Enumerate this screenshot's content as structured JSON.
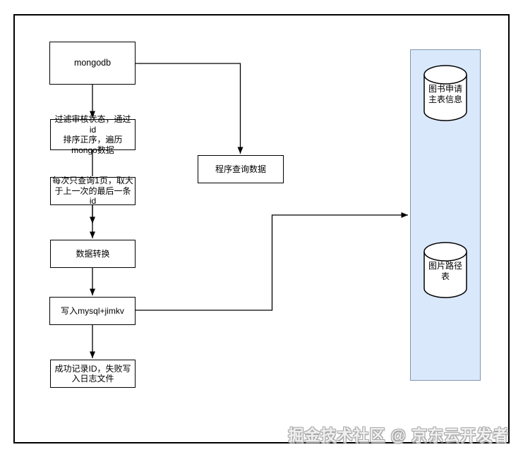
{
  "nodes": {
    "mongodb": {
      "label": "mongodb"
    },
    "filter": {
      "label": "过滤审核状态，通过id\n排序正序，遍历\nmongo数据"
    },
    "page_query": {
      "label": "每次只查询1页，取大\n于上一次的最后一条id"
    },
    "transform": {
      "label": "数据转换"
    },
    "write": {
      "label": "写入mysql+jimkv"
    },
    "log": {
      "label": "成功记录ID，失败写\n入日志文件"
    },
    "program_query": {
      "label": "程序查询数据"
    }
  },
  "database_panel": {
    "fill_color": "#dae8fc",
    "border_color": "#8296ae",
    "tables": {
      "book_request": {
        "label": "图书申请\n主表信息"
      },
      "image_path": {
        "label": "图片路径\n表"
      }
    }
  },
  "edges": [
    {
      "from": "mongodb",
      "to": "filter",
      "arrow": true
    },
    {
      "from": "filter",
      "to": "page_query",
      "arrow": false
    },
    {
      "from": "page_query",
      "to": "transform",
      "arrow": "double"
    },
    {
      "from": "transform",
      "to": "write",
      "arrow": true
    },
    {
      "from": "write",
      "to": "log",
      "arrow": true
    },
    {
      "from": "mongodb",
      "to": "program_query",
      "arrow": true
    },
    {
      "from": "write",
      "to": "database_panel",
      "arrow": true
    }
  ],
  "watermark": {
    "text": "掘金技术社区 @ 京东云开发者"
  }
}
